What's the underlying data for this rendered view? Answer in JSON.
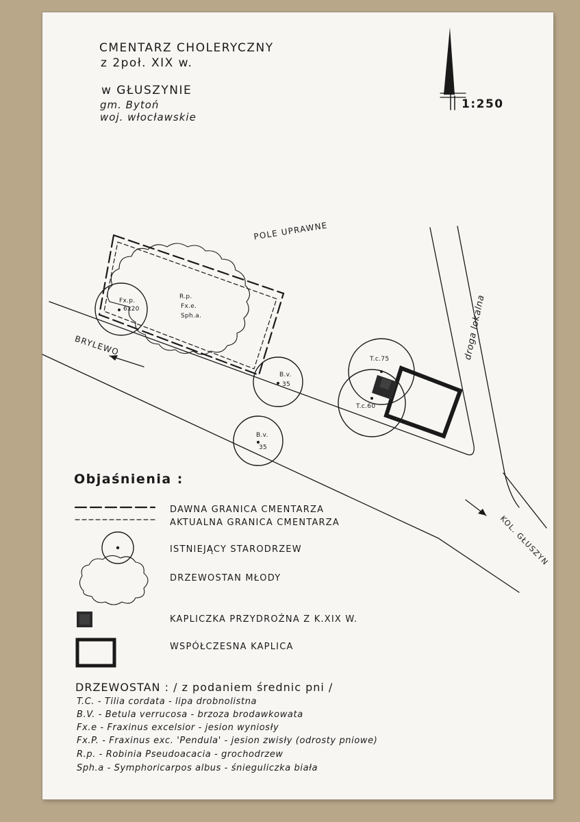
{
  "title": {
    "line1": "CMENTARZ CHOLERYCZNY",
    "line2": "z 2poł. XIX w.",
    "line3": "w GŁUSZYNIE",
    "line4": "gm. Bytoń",
    "line5": "woj. włocławskie"
  },
  "scale": "1:250",
  "map_labels": {
    "field": "POLE UPRAWNE",
    "brylewo": "BRYLEWO",
    "road": "droga lokalna",
    "kol": "KOL. GŁUSZYN",
    "fxp": "Fx.p.",
    "fxp_size": "6x20",
    "group_rp": "R.p.",
    "group_fxe": "Fx.e.",
    "group_spha": "Sph.a.",
    "bv1": "B.v.",
    "bv1_val": "35",
    "bv2": "B.v.",
    "bv2_val": "35",
    "tc1": "T.c.75",
    "tc2": "T.c.60"
  },
  "legend": {
    "heading": "Objaśnienia :",
    "items": [
      "DAWNA GRANICA CMENTARZA",
      "AKTUALNA GRANICA CMENTARZA",
      "ISTNIEJĄCY STARODRZEW",
      "DRZEWOSTAN MŁODY",
      "KAPLICZKA PRZYDROŻNA Z K.XIX W.",
      "WSPÓŁCZESNA KAPLICA"
    ]
  },
  "trees": {
    "heading": "DRZEWOSTAN : / z podaniem średnic pni /",
    "rows": [
      "T.C. - Tilia cordata - lipa drobnolistna",
      "B.V. - Betula verrucosa - brzoza brodawkowata",
      "Fx.e - Fraxinus excelsior - jesion wyniosły",
      "Fx.P. - Fraxinus exc. 'Pendula' - jesion zwisły (odrosty pniowe)",
      "R.p. - Robinia Pseudoacacia - grochodrzew",
      "Sph.a - Symphoricarpos albus - śnieguliczka biała"
    ]
  }
}
